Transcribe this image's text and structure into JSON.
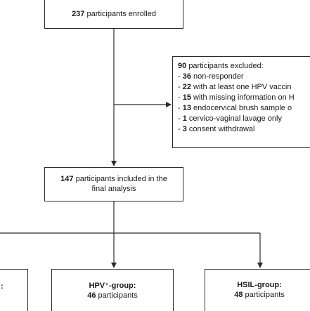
{
  "enrolled": {
    "count": "237",
    "text": "participants enrolled"
  },
  "excluded": {
    "count": "90",
    "text": "participants excluded:",
    "items": [
      {
        "prefix": "- ",
        "count": "36",
        "text": "non-responder"
      },
      {
        "prefix": "- ",
        "count": "22",
        "text": "with at least one HPV vaccin"
      },
      {
        "prefix": "- ",
        "count": "15",
        "text": "with missing information on H"
      },
      {
        "prefix": "- ",
        "count": "13",
        "text": "endocervical brush sample o"
      },
      {
        "prefix": "- ",
        "count": "1",
        "text": "cervico-vaginal lavage only"
      },
      {
        "prefix": "- ",
        "count": "3",
        "text": "consent withdrawal"
      }
    ]
  },
  "included": {
    "count": "147",
    "text_line1": "participants included in the",
    "text_line2": "final analysis"
  },
  "groups": {
    "left_partial": ":",
    "hpv": {
      "title": "HPV⁺-group:",
      "count": "46",
      "text": "participants"
    },
    "hsil": {
      "title": "HSIL-group:",
      "count": "48",
      "text": "participants"
    }
  },
  "colors": {
    "line": "#2b2b2b",
    "text": "#1a1a1a",
    "background": "#ffffff"
  }
}
